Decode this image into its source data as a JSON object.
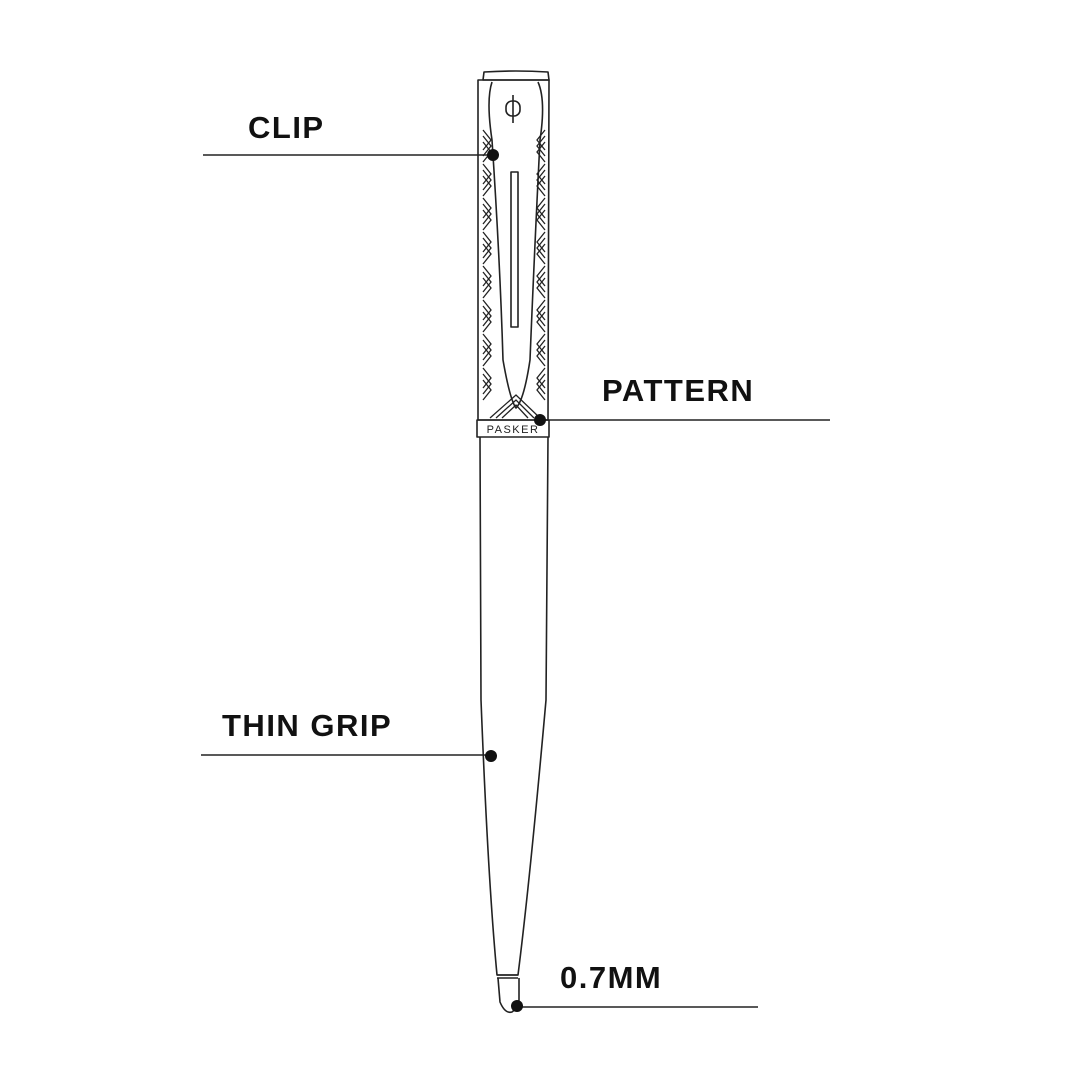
{
  "labels": {
    "clip": "CLIP",
    "pattern": "PATTERN",
    "thin_grip": "THIN GRIP",
    "tip": "0.7MM"
  },
  "pen": {
    "brand_band_text": "PASKER"
  },
  "colors": {
    "ink": "#111111",
    "background": "#ffffff"
  }
}
